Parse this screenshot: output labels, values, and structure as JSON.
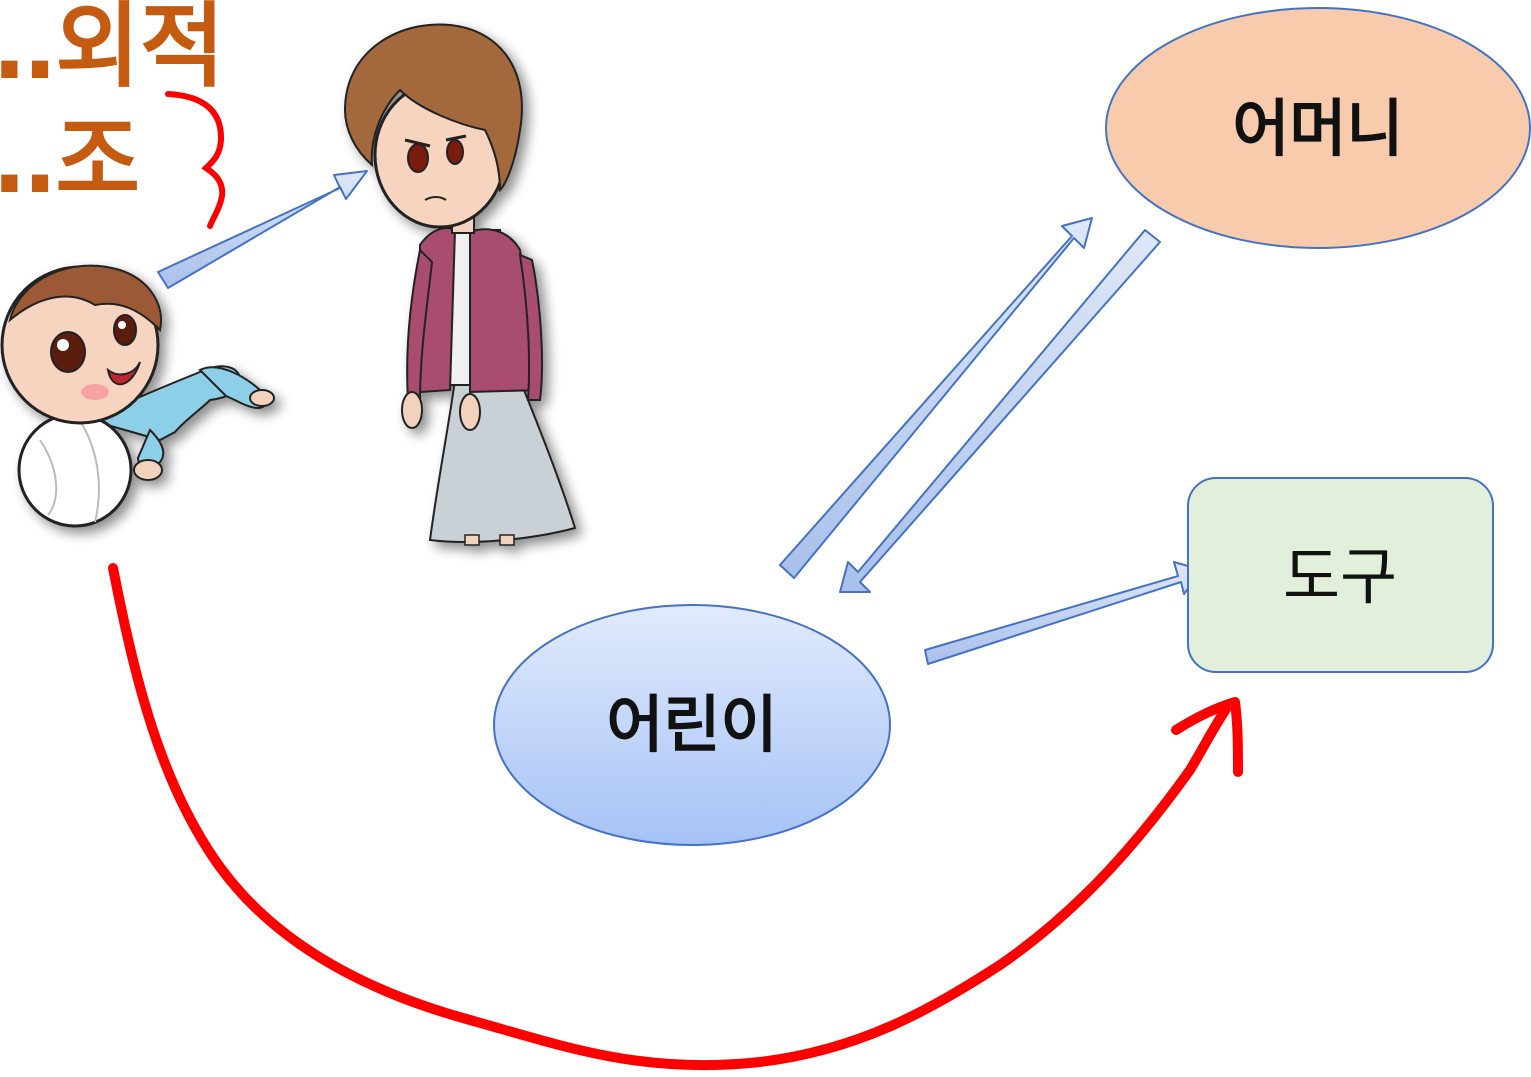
{
  "title": {
    "line1": "‥외적",
    "line2": "‥조"
  },
  "nodes": {
    "mother": {
      "label": "어머니"
    },
    "child": {
      "label": "어린이"
    },
    "tool": {
      "label": "도구"
    }
  },
  "colors": {
    "title": "#c55a11",
    "mother_fill": "#f8cbad",
    "child_fill_top": "#dae6fb",
    "child_fill_bottom": "#a8c4f7",
    "tool_fill": "#e2efda",
    "node_stroke": "#4472c4",
    "arrow_fill": "#b4c7e7",
    "red_arc": "#ff0000"
  },
  "icons": [
    "baby-with-ball-illustration",
    "mother-standing-illustration"
  ]
}
